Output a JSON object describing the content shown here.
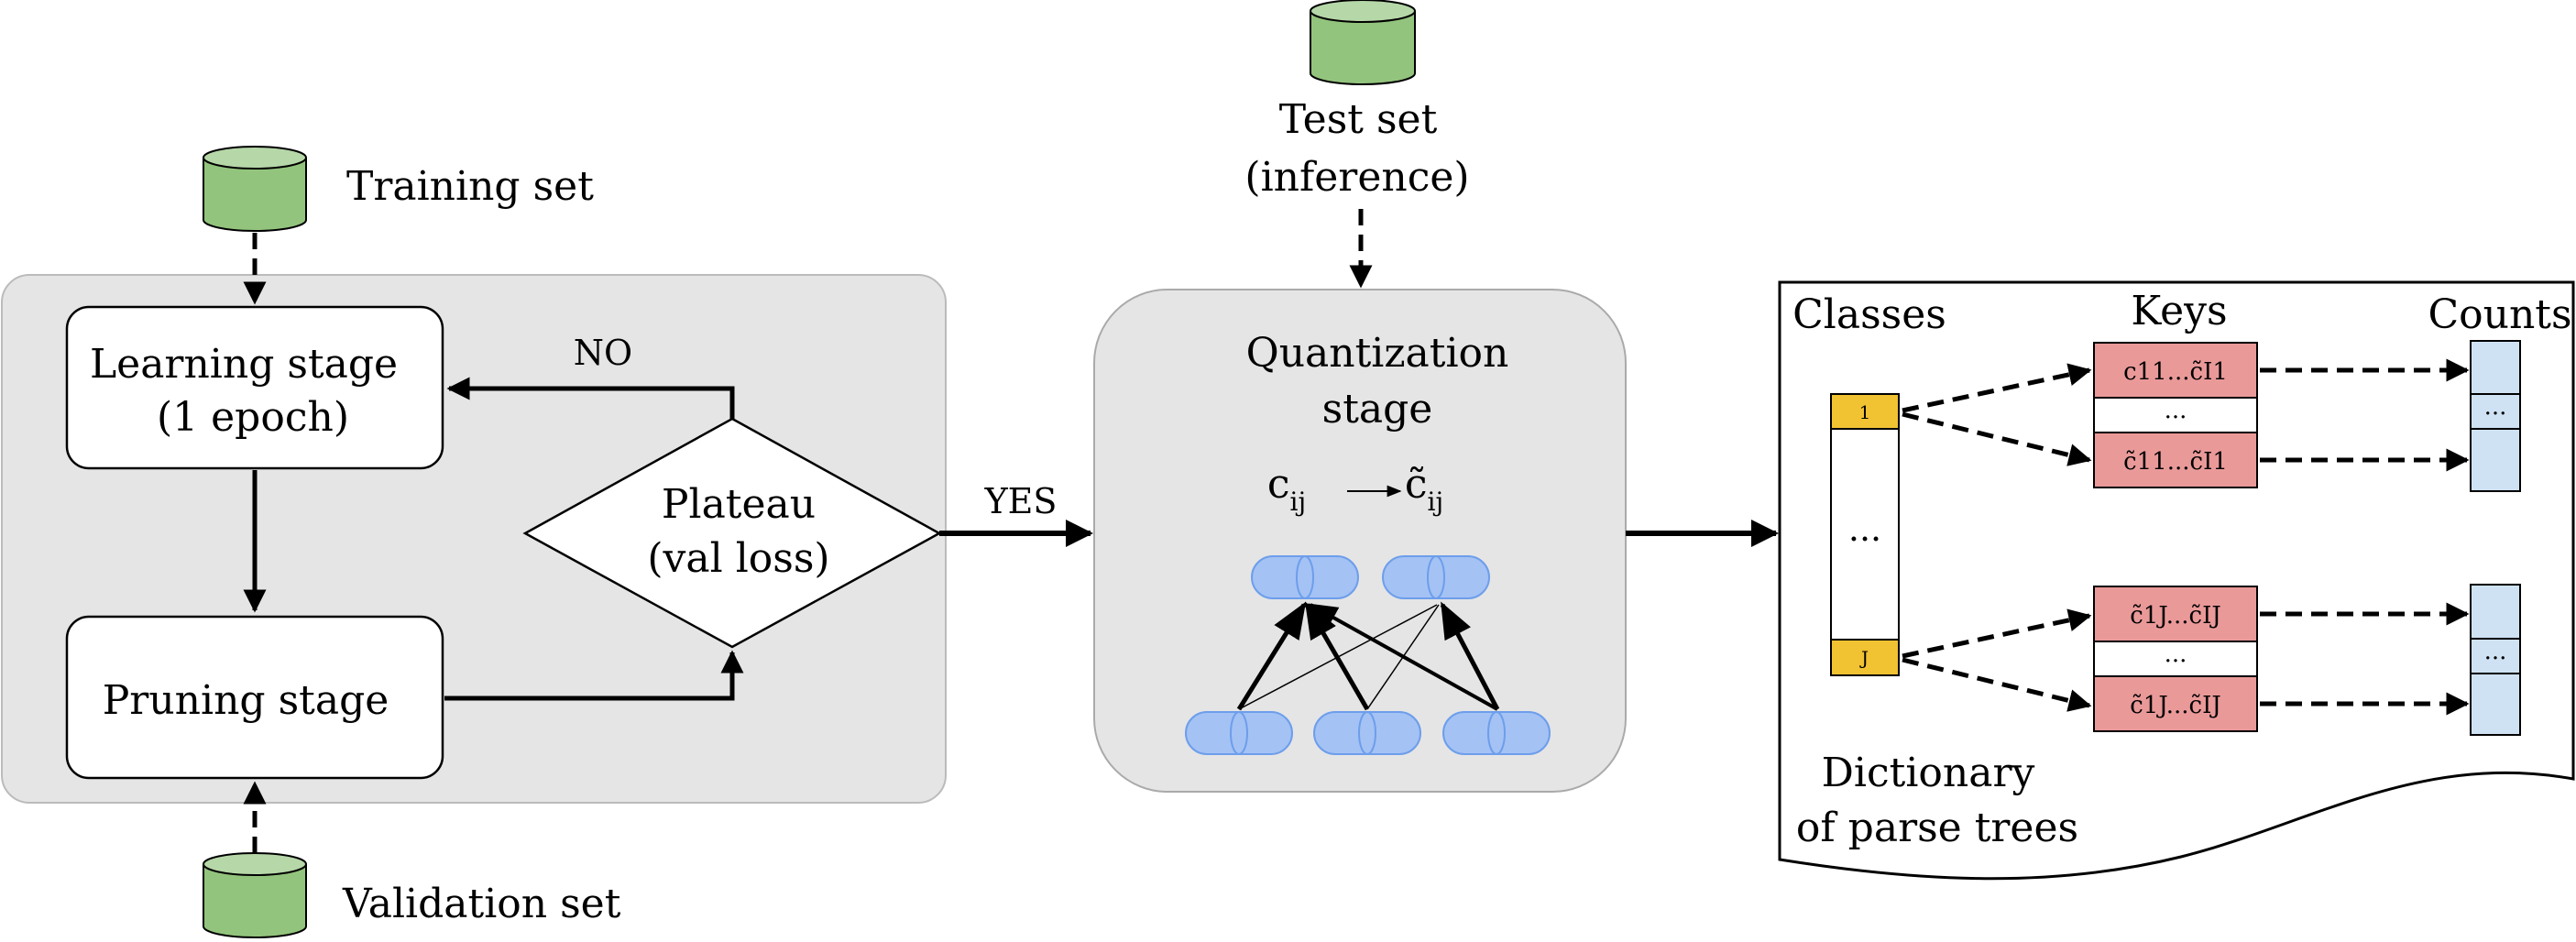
{
  "datasets": {
    "training": "Training set",
    "validation": "Validation set",
    "test_line1": "Test set",
    "test_line2": "(inference)"
  },
  "pruning_loop": {
    "learning_line1": "Learning stage",
    "learning_line2": "(1 epoch)",
    "pruning": "Pruning stage",
    "plateau_line1": "Plateau",
    "plateau_line2": "(val loss)",
    "no_label": "NO",
    "yes_label": "YES"
  },
  "quantization": {
    "title_line1": "Quantization",
    "title_line2": "stage",
    "formula_from_base": "c",
    "formula_from_sub": "ij",
    "formula_to_base": "c̃",
    "formula_to_sub": "ij"
  },
  "dictionary": {
    "classes_header": "Classes",
    "keys_header": "Keys",
    "counts_header": "Counts",
    "class_first": "1",
    "class_last": "J",
    "class_ellipsis": "...",
    "key_row1": "c11...c̃I1",
    "key_row2": "c̃11...c̃I1",
    "key_row3": "c̃1J...c̃IJ",
    "key_row4": "c̃1J...c̃IJ",
    "key_ellipsis": "...",
    "count_ellipsis": "...",
    "caption_line1": "Dictionary",
    "caption_line2": "of parse trees"
  },
  "colors": {
    "cylinder": "#93c47d",
    "cylinder_top": "#b6d7a8",
    "panel_gray": "#e5e5e5",
    "class_yellow": "#f1c232",
    "key_red": "#ea9999",
    "count_blue": "#cfe2f3",
    "neuron_blue": "#a4c2f4"
  }
}
